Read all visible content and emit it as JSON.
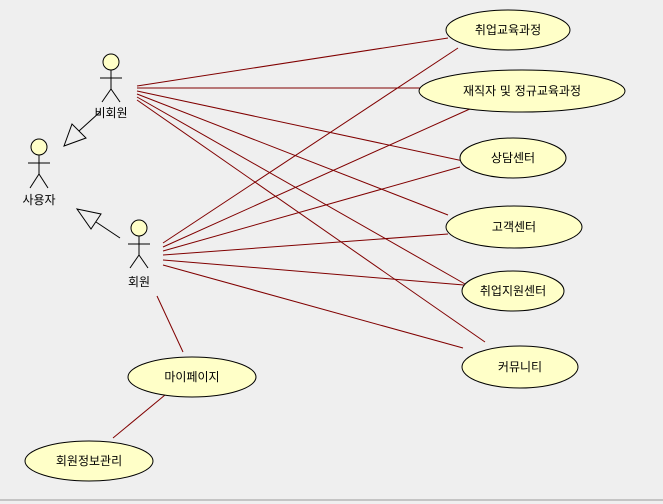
{
  "colors": {
    "background": "#efefef",
    "use_case_fill": "#ffffc8",
    "connector": "#800000",
    "outline": "#000000"
  },
  "actors": {
    "user": "사용자",
    "non_member": "비회원",
    "member": "회원"
  },
  "use_cases": {
    "employment_course": "취업교육과정",
    "worker_course": "재직자 및 정규교육과정",
    "counsel_center": "상담센터",
    "customer_center": "고객센터",
    "job_support_center": "취업지원센터",
    "community": "커뮤니티",
    "my_page": "마이페이지",
    "member_info": "회원정보관리"
  }
}
